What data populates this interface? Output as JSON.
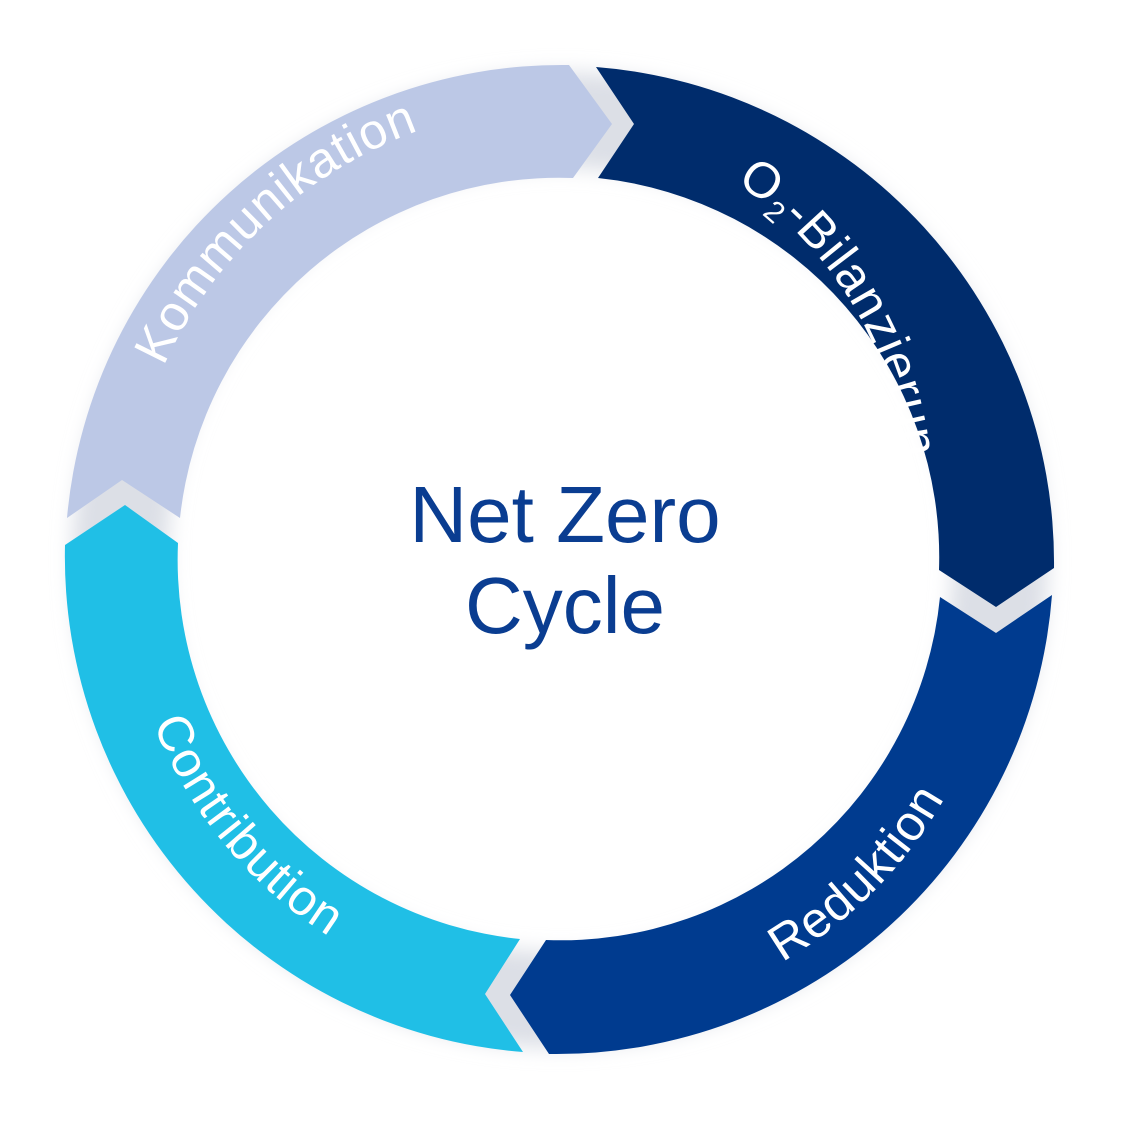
{
  "center": {
    "line1": "Net Zero",
    "line2": "Cycle",
    "color": "#0a3d91"
  },
  "segments": [
    {
      "id": "co2",
      "label_main": "CO",
      "label_sub": "2",
      "label_rest": "-Bilanzierung",
      "color": "#002c6c"
    },
    {
      "id": "reduktion",
      "label": "Reduktion",
      "color": "#003b8f"
    },
    {
      "id": "contribution",
      "label": "Contribution",
      "color": "#20bfe6"
    },
    {
      "id": "kommunikation",
      "label": "Kommunikation",
      "color": "#bcc8e6"
    }
  ],
  "ring_shadow_color": "#dcdfe6"
}
